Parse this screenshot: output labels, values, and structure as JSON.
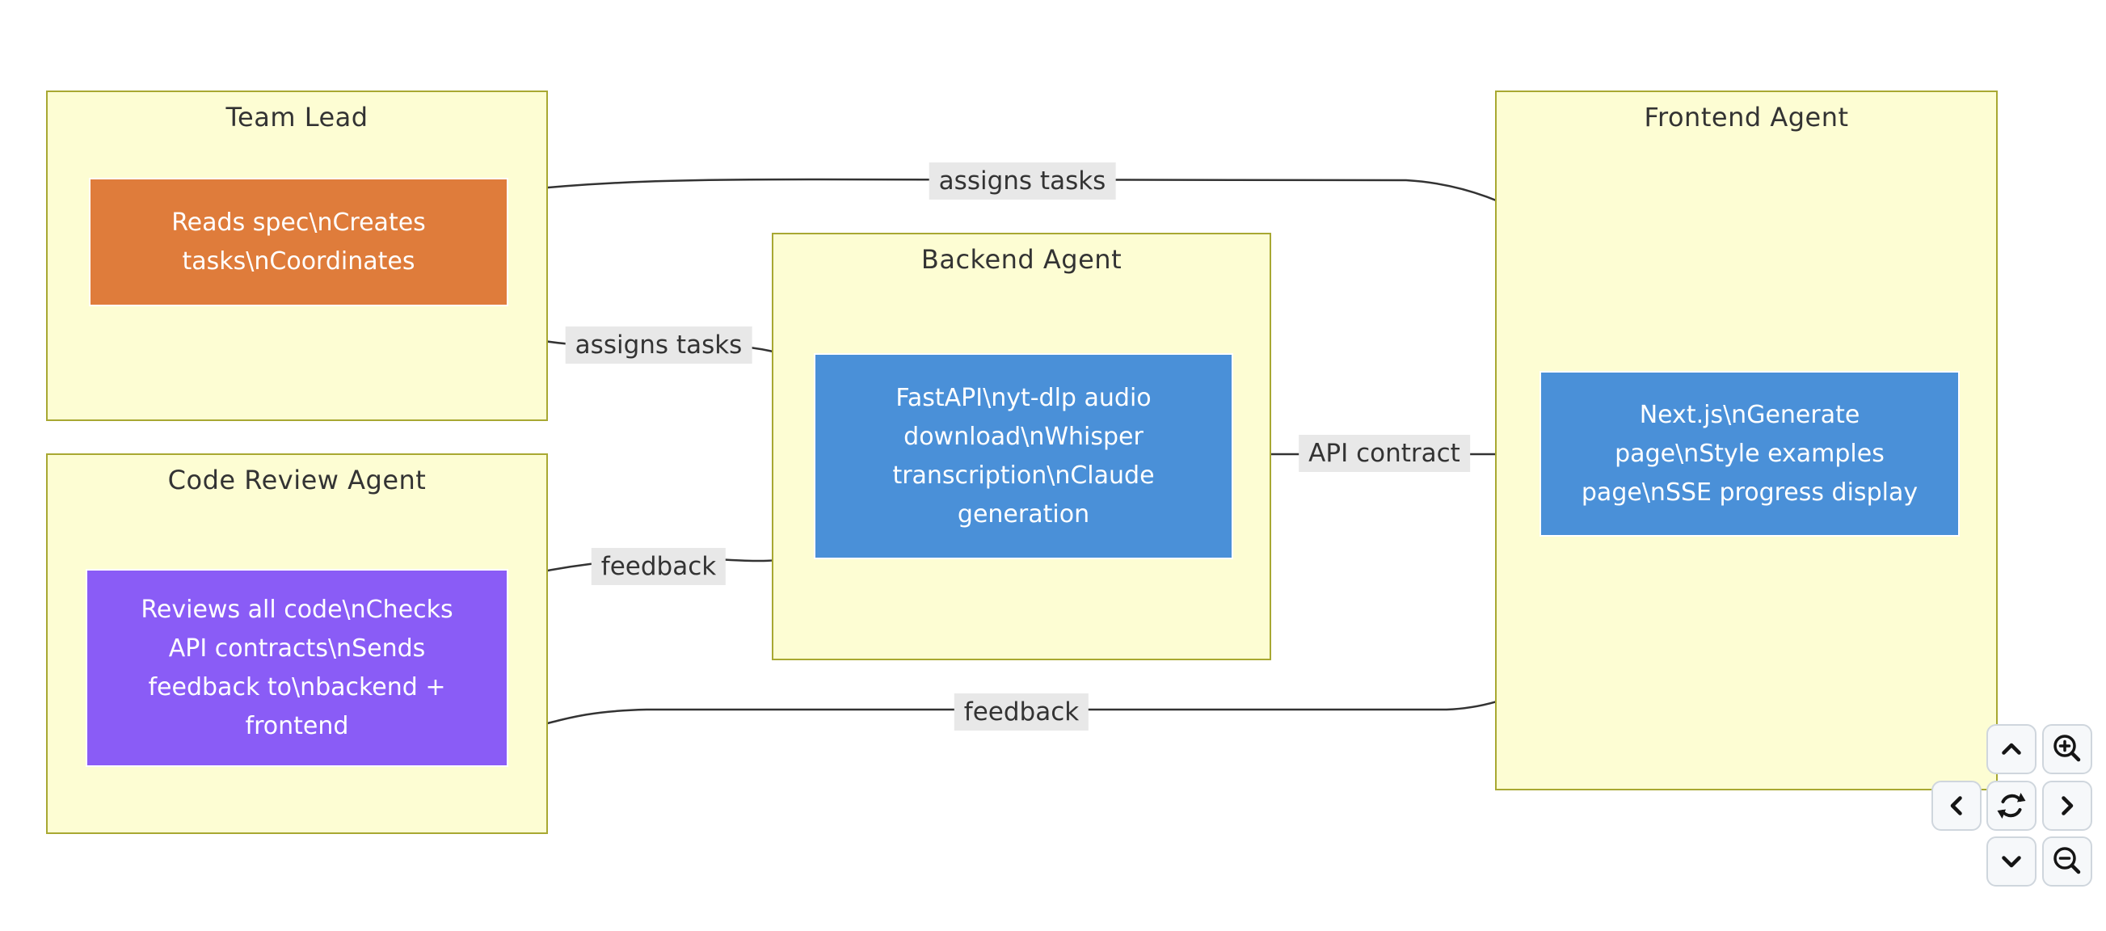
{
  "colors": {
    "background": "#ffffff",
    "cluster_fill": "#fdfdd3",
    "cluster_border": "#a8a832",
    "title_text": "#333333",
    "node_text": "#ffffff",
    "team_lead_node": "#df7c3b",
    "code_review_node": "#8a5cf6",
    "backend_node": "#4a90d8",
    "frontend_node": "#4a90d8",
    "edge": "#333333",
    "edge_label_bg": "#e8e8e8",
    "button_bg": "#f6f8fa",
    "button_border": "#cfd6dd",
    "button_icon": "#151515"
  },
  "diagram": {
    "clusters": [
      {
        "title": "Team Lead",
        "node": {
          "lines": [
            "Reads spec\\nCreates",
            "tasks\\nCoordinates"
          ]
        }
      },
      {
        "title": "Code Review Agent",
        "node": {
          "lines": [
            "Reviews all code\\nChecks",
            "API contracts\\nSends",
            "feedback to\\nbackend +",
            "frontend"
          ]
        }
      },
      {
        "title": "Backend Agent",
        "node": {
          "lines": [
            "FastAPI\\nyt-dlp audio",
            "download\\nWhisper",
            "transcription\\nClaude",
            "generation"
          ]
        }
      },
      {
        "title": "Frontend Agent",
        "node": {
          "lines": [
            "Next.js\\nGenerate",
            "page\\nStyle examples",
            "page\\nSSE progress display"
          ]
        }
      }
    ],
    "edges": [
      {
        "label": "assigns tasks",
        "from": "Team Lead",
        "to": "Frontend Agent",
        "direction": "forward"
      },
      {
        "label": "assigns tasks",
        "from": "Team Lead",
        "to": "Backend Agent",
        "direction": "forward"
      },
      {
        "label": "API contract",
        "from": "Backend Agent",
        "to": "Frontend Agent",
        "direction": "bidirectional"
      },
      {
        "label": "feedback",
        "from": "Code Review Agent",
        "to": "Backend Agent",
        "direction": "forward"
      },
      {
        "label": "feedback",
        "from": "Code Review Agent",
        "to": "Frontend Agent",
        "direction": "forward"
      }
    ]
  },
  "controls": {
    "buttons": [
      {
        "icon": "chevron-up-icon"
      },
      {
        "icon": "zoom-in-icon"
      },
      {
        "icon": "chevron-left-icon"
      },
      {
        "icon": "refresh-icon"
      },
      {
        "icon": "chevron-right-icon"
      },
      {
        "icon": "chevron-down-icon"
      },
      {
        "icon": "zoom-out-icon"
      }
    ]
  }
}
